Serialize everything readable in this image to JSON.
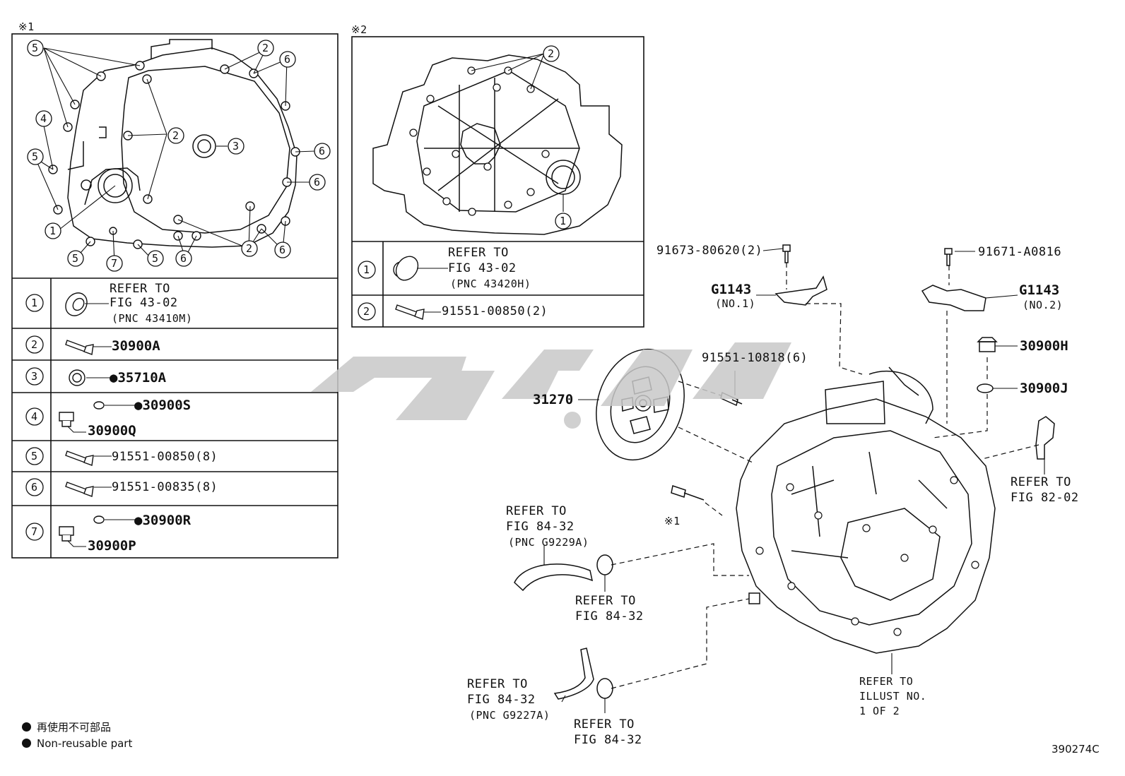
{
  "panel1": {
    "marker": "※1",
    "callouts": {
      "c1": "1",
      "c2": "2",
      "c3": "3",
      "c4": "4",
      "c5": "5",
      "c6": "6",
      "c7": "7"
    },
    "rows": [
      {
        "num": "1",
        "ref1": "REFER TO",
        "ref2": "FIG 43-02",
        "ref3": "(PNC 43410M)"
      },
      {
        "num": "2",
        "part": "30900A"
      },
      {
        "num": "3",
        "part": "●35710A"
      },
      {
        "num": "4",
        "part_a": "●30900S",
        "part_b": "30900Q"
      },
      {
        "num": "5",
        "part": "91551-00850(8)"
      },
      {
        "num": "6",
        "part": "91551-00835(8)"
      },
      {
        "num": "7",
        "part_a": "●30900R",
        "part_b": "30900P"
      }
    ]
  },
  "panel2": {
    "marker": "※2",
    "rows": [
      {
        "num": "1",
        "ref1": "REFER TO",
        "ref2": "FIG 43-02",
        "ref3": "(PNC 43420H)"
      },
      {
        "num": "2",
        "part": "91551-00850(2)"
      }
    ]
  },
  "main": {
    "bolt_left": "91673-80620(2)",
    "bolt_right": "91671-A0816",
    "bracket1_code": "G1143",
    "bracket1_note": "(NO.1)",
    "bracket2_code": "G1143",
    "bracket2_note": "(NO.2)",
    "disc_bolt": "91551-10818(6)",
    "disc": "31270",
    "plug": "30900H",
    "gasket": "30900J",
    "marker1": "※1",
    "ref_82": [
      "REFER TO",
      "FIG 82-02"
    ],
    "ref_hose_upper": [
      "REFER TO",
      "FIG 84-32",
      "(PNC G9229A)"
    ],
    "ref_clamp_upper": [
      "REFER TO",
      "FIG 84-32"
    ],
    "ref_hose_lower": [
      "REFER TO",
      "FIG 84-32",
      "(PNC G9227A)"
    ],
    "ref_clamp_lower": [
      "REFER TO",
      "FIG 84-32"
    ],
    "ref_illust": [
      "REFER TO",
      "ILLUST NO.",
      "1 OF 2"
    ]
  },
  "legend": {
    "line1": "再使用不可部品",
    "line2": "Non-reusable part"
  },
  "figure_id": "390274C"
}
